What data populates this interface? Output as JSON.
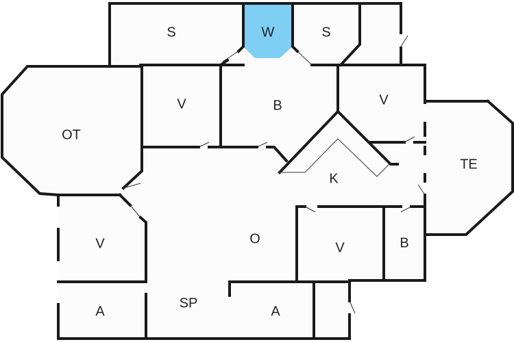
{
  "colors": {
    "highlight": "#7fcff5",
    "floor": "#fcfcfc",
    "wall": "#1a1a1a"
  },
  "rooms": [
    {
      "id": "s1",
      "label": "S"
    },
    {
      "id": "w",
      "label": "W",
      "highlighted": true
    },
    {
      "id": "s2",
      "label": "S"
    },
    {
      "id": "v1",
      "label": "V"
    },
    {
      "id": "b1",
      "label": "B"
    },
    {
      "id": "v2",
      "label": "V"
    },
    {
      "id": "ot",
      "label": "OT"
    },
    {
      "id": "te",
      "label": "TE"
    },
    {
      "id": "k",
      "label": "K"
    },
    {
      "id": "o",
      "label": "O"
    },
    {
      "id": "v3",
      "label": "V"
    },
    {
      "id": "v4",
      "label": "V"
    },
    {
      "id": "b2",
      "label": "B"
    },
    {
      "id": "a1",
      "label": "A"
    },
    {
      "id": "sp",
      "label": "SP"
    },
    {
      "id": "a2",
      "label": "A"
    }
  ]
}
